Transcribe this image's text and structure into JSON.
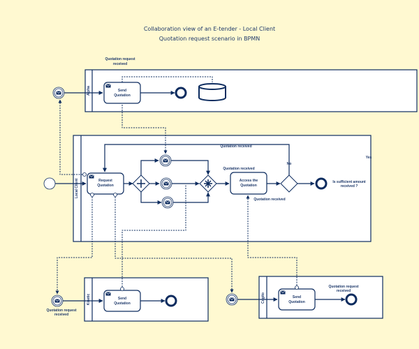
{
  "title": {
    "line1": "Collaboration view of an E-tender - Local Client",
    "line2": "Quotation request scenario in BPMN"
  },
  "colors": {
    "background": "#fff9d1",
    "stroke": "#0d2c5f",
    "text": "#1f3a6b",
    "pool_fill": "#ffffff"
  },
  "pools": {
    "top": {
      "name": "Alpha",
      "task": {
        "line1": "Send",
        "line2": "Quotation",
        "icon": "envelope-icon"
      },
      "start_event_label": {
        "line1": "Quotation request",
        "line2": "received"
      },
      "data_store": "database-icon"
    },
    "local_client": {
      "name": "Local Client",
      "request_task": {
        "line1": "Request",
        "line2": "Quotation",
        "icon": "envelope-icon"
      },
      "assess_task": {
        "line1": "Access the",
        "line2": "Quotation"
      },
      "labels": {
        "loop": "Quotation received",
        "before_assess": "Quotation received",
        "below_assess": "Quotation received",
        "no": "No",
        "yes": "Yes",
        "end": {
          "line1": "Is sufficient amount",
          "line2": "received ?"
        }
      }
    },
    "bottom_left": {
      "name": "Kinetic",
      "task": {
        "line1": "Send",
        "line2": "Quotation",
        "icon": "envelope-icon"
      },
      "start_event_label": {
        "line1": "Quotation request",
        "line2": "received"
      }
    },
    "bottom_right": {
      "name": "Cogito",
      "task": {
        "line1": "Send",
        "line2": "Quotation",
        "icon": "envelope-icon"
      },
      "end_event_label": {
        "line1": "Quotation request",
        "line2": "received"
      }
    }
  }
}
